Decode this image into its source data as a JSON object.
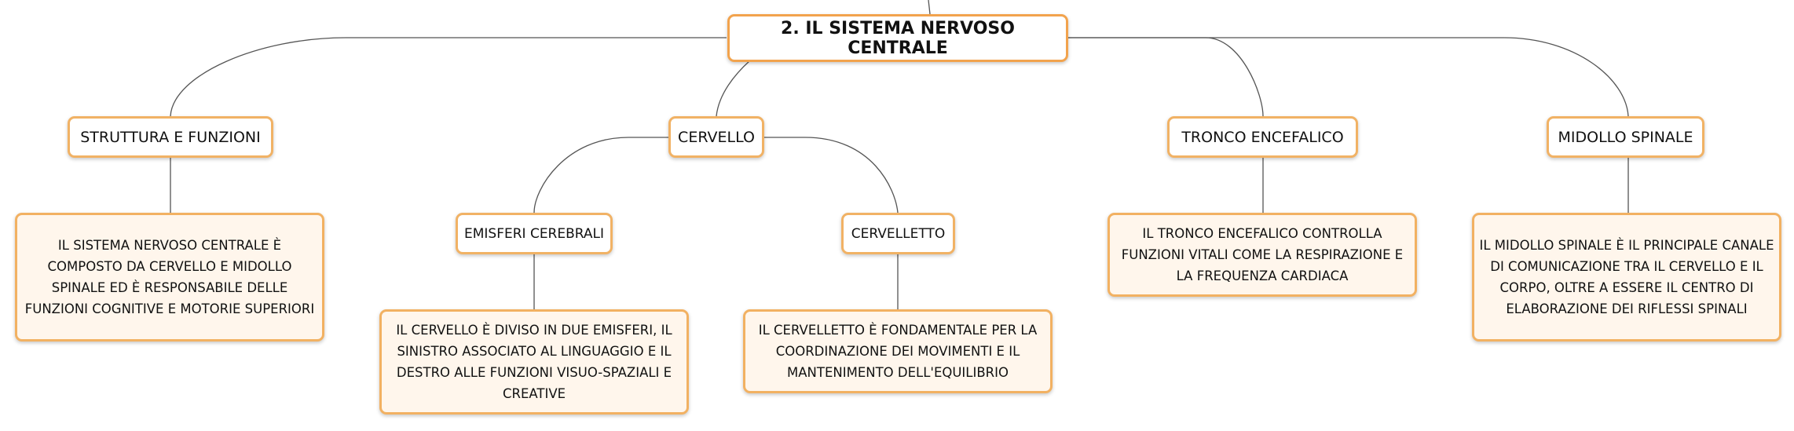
{
  "root": {
    "label": "2. IL SISTEMA NERVOSO CENTRALE"
  },
  "branches": {
    "struttura": {
      "label": "STRUTTURA E FUNZIONI"
    },
    "cervello": {
      "label": "CERVELLO"
    },
    "tronco": {
      "label": "TRONCO ENCEFALICO"
    },
    "midollo": {
      "label": "MIDOLLO SPINALE"
    }
  },
  "subtopics": {
    "emisferi": {
      "label": "EMISFERI CEREBRALI"
    },
    "cervelletto": {
      "label": "CERVELLETTO"
    }
  },
  "descriptions": {
    "struttura": {
      "text": "IL SISTEMA NERVOSO CENTRALE È COMPOSTO DA CERVELLO E MIDOLLO SPINALE ED È RESPONSABILE DELLE FUNZIONI COGNITIVE E MOTORIE SUPERIORI"
    },
    "emisferi": {
      "text": "IL CERVELLO È DIVISO IN DUE EMISFERI, IL SINISTRO ASSOCIATO AL LINGUAGGIO E IL DESTRO ALLE FUNZIONI VISUO-SPAZIALI E CREATIVE"
    },
    "cervelletto": {
      "text": "IL CERVELLETTO È FONDAMENTALE PER LA COORDINAZIONE DEI MOVIMENTI E IL MANTENIMENTO DELL'EQUILIBRIO"
    },
    "tronco": {
      "text": "IL TRONCO ENCEFALICO CONTROLLA FUNZIONI VITALI COME LA RESPIRAZIONE E LA FREQUENZA CARDIACA"
    },
    "midollo": {
      "text": "IL MIDOLLO SPINALE È IL PRINCIPALE CANALE DI COMUNICAZIONE TRA IL CERVELLO E IL CORPO, OLTRE A ESSERE IL CENTRO DI ELABORAZIONE DEI RIFLESSI SPINALI"
    }
  },
  "colors": {
    "node_border": "#f1b265",
    "description_fill": "#fff6ec",
    "connector": "#555555"
  }
}
